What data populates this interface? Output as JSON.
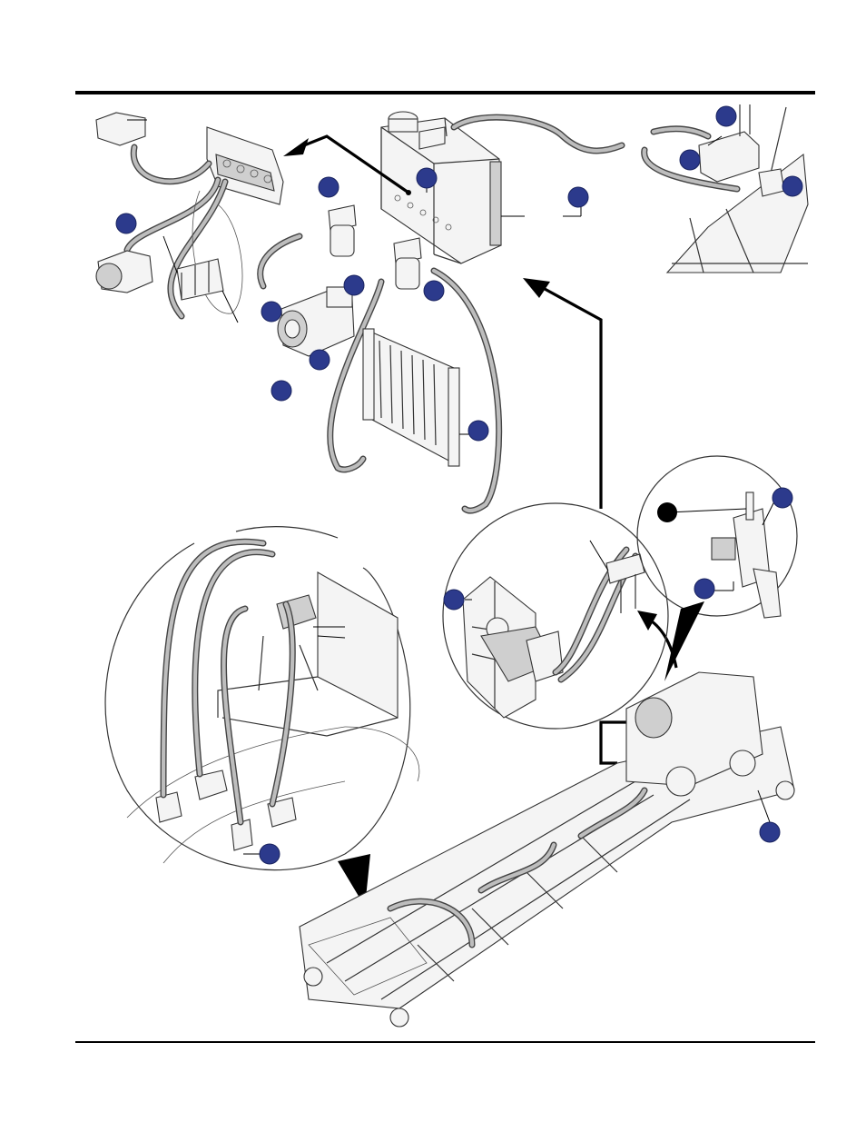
{
  "page": {
    "background": "#ffffff",
    "rule_color": "#000000"
  },
  "callouts": {
    "color": "#2c3a8c",
    "count_blue": 18,
    "count_black": 1
  },
  "icons": [
    "callout-marker",
    "pointer-arrow",
    "detail-magnifier-circle"
  ]
}
